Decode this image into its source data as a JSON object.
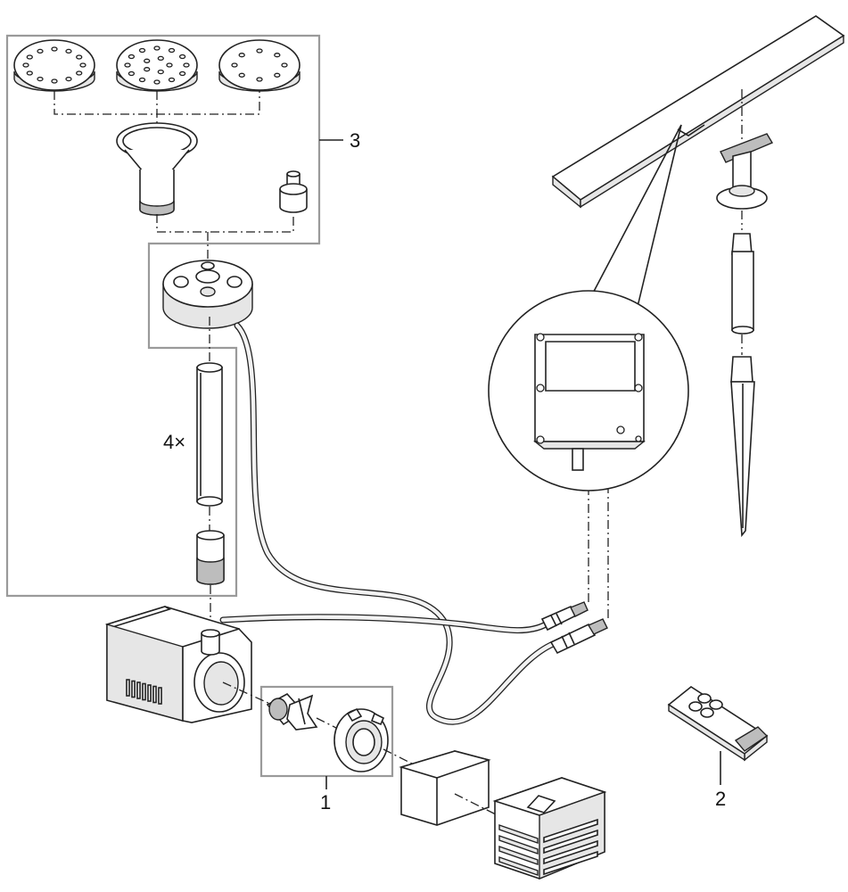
{
  "callouts": {
    "pump_parts": "1",
    "remote_control": "2",
    "nozzle_set": "3",
    "extension_tube_qty": "4×"
  },
  "colors": {
    "line": "#222222",
    "frame": "#9a9a9a",
    "fill": "#e6e6e6"
  }
}
